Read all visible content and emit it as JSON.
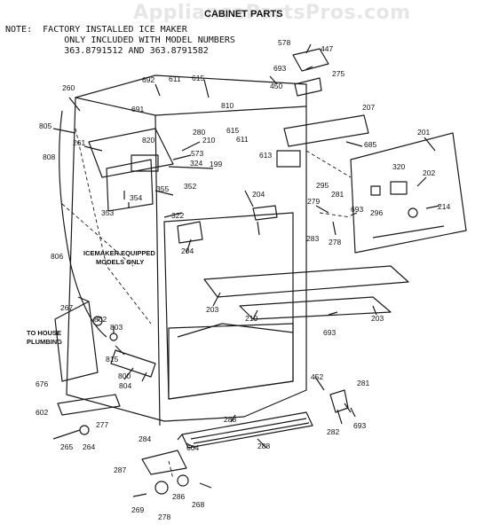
{
  "watermark": "AppliancePartsPros.com",
  "title": "CABINET PARTS",
  "note": {
    "label": "NOTE:",
    "lines": [
      "FACTORY INSTALLED ICE MAKER",
      "ONLY INCLUDED WITH MODEL NUMBERS",
      "363.8791512 AND 363.8791582"
    ]
  },
  "callouts": {
    "icemaker": [
      "ICEMAKER EQUIPPED",
      "MODELS ONLY"
    ],
    "plumbing": [
      "TO HOUSE",
      "PLUMBING"
    ]
  },
  "parts": [
    "578",
    "447",
    "693",
    "275",
    "450",
    "692",
    "611",
    "615",
    "691",
    "810",
    "260",
    "805",
    "261",
    "820",
    "280",
    "615",
    "611",
    "613",
    "207",
    "685",
    "210",
    "573",
    "324",
    "199",
    "201",
    "808",
    "320",
    "202",
    "355",
    "352",
    "354",
    "353",
    "322",
    "295",
    "204",
    "279",
    "281",
    "693",
    "296",
    "214",
    "283",
    "278",
    "204",
    "806",
    "203",
    "219",
    "203",
    "267",
    "802",
    "803",
    "693",
    "815",
    "800",
    "804",
    "452",
    "281",
    "676",
    "602",
    "277",
    "282",
    "693",
    "288",
    "284",
    "604",
    "288",
    "265",
    "264",
    "287",
    "286",
    "269",
    "278",
    "268"
  ]
}
